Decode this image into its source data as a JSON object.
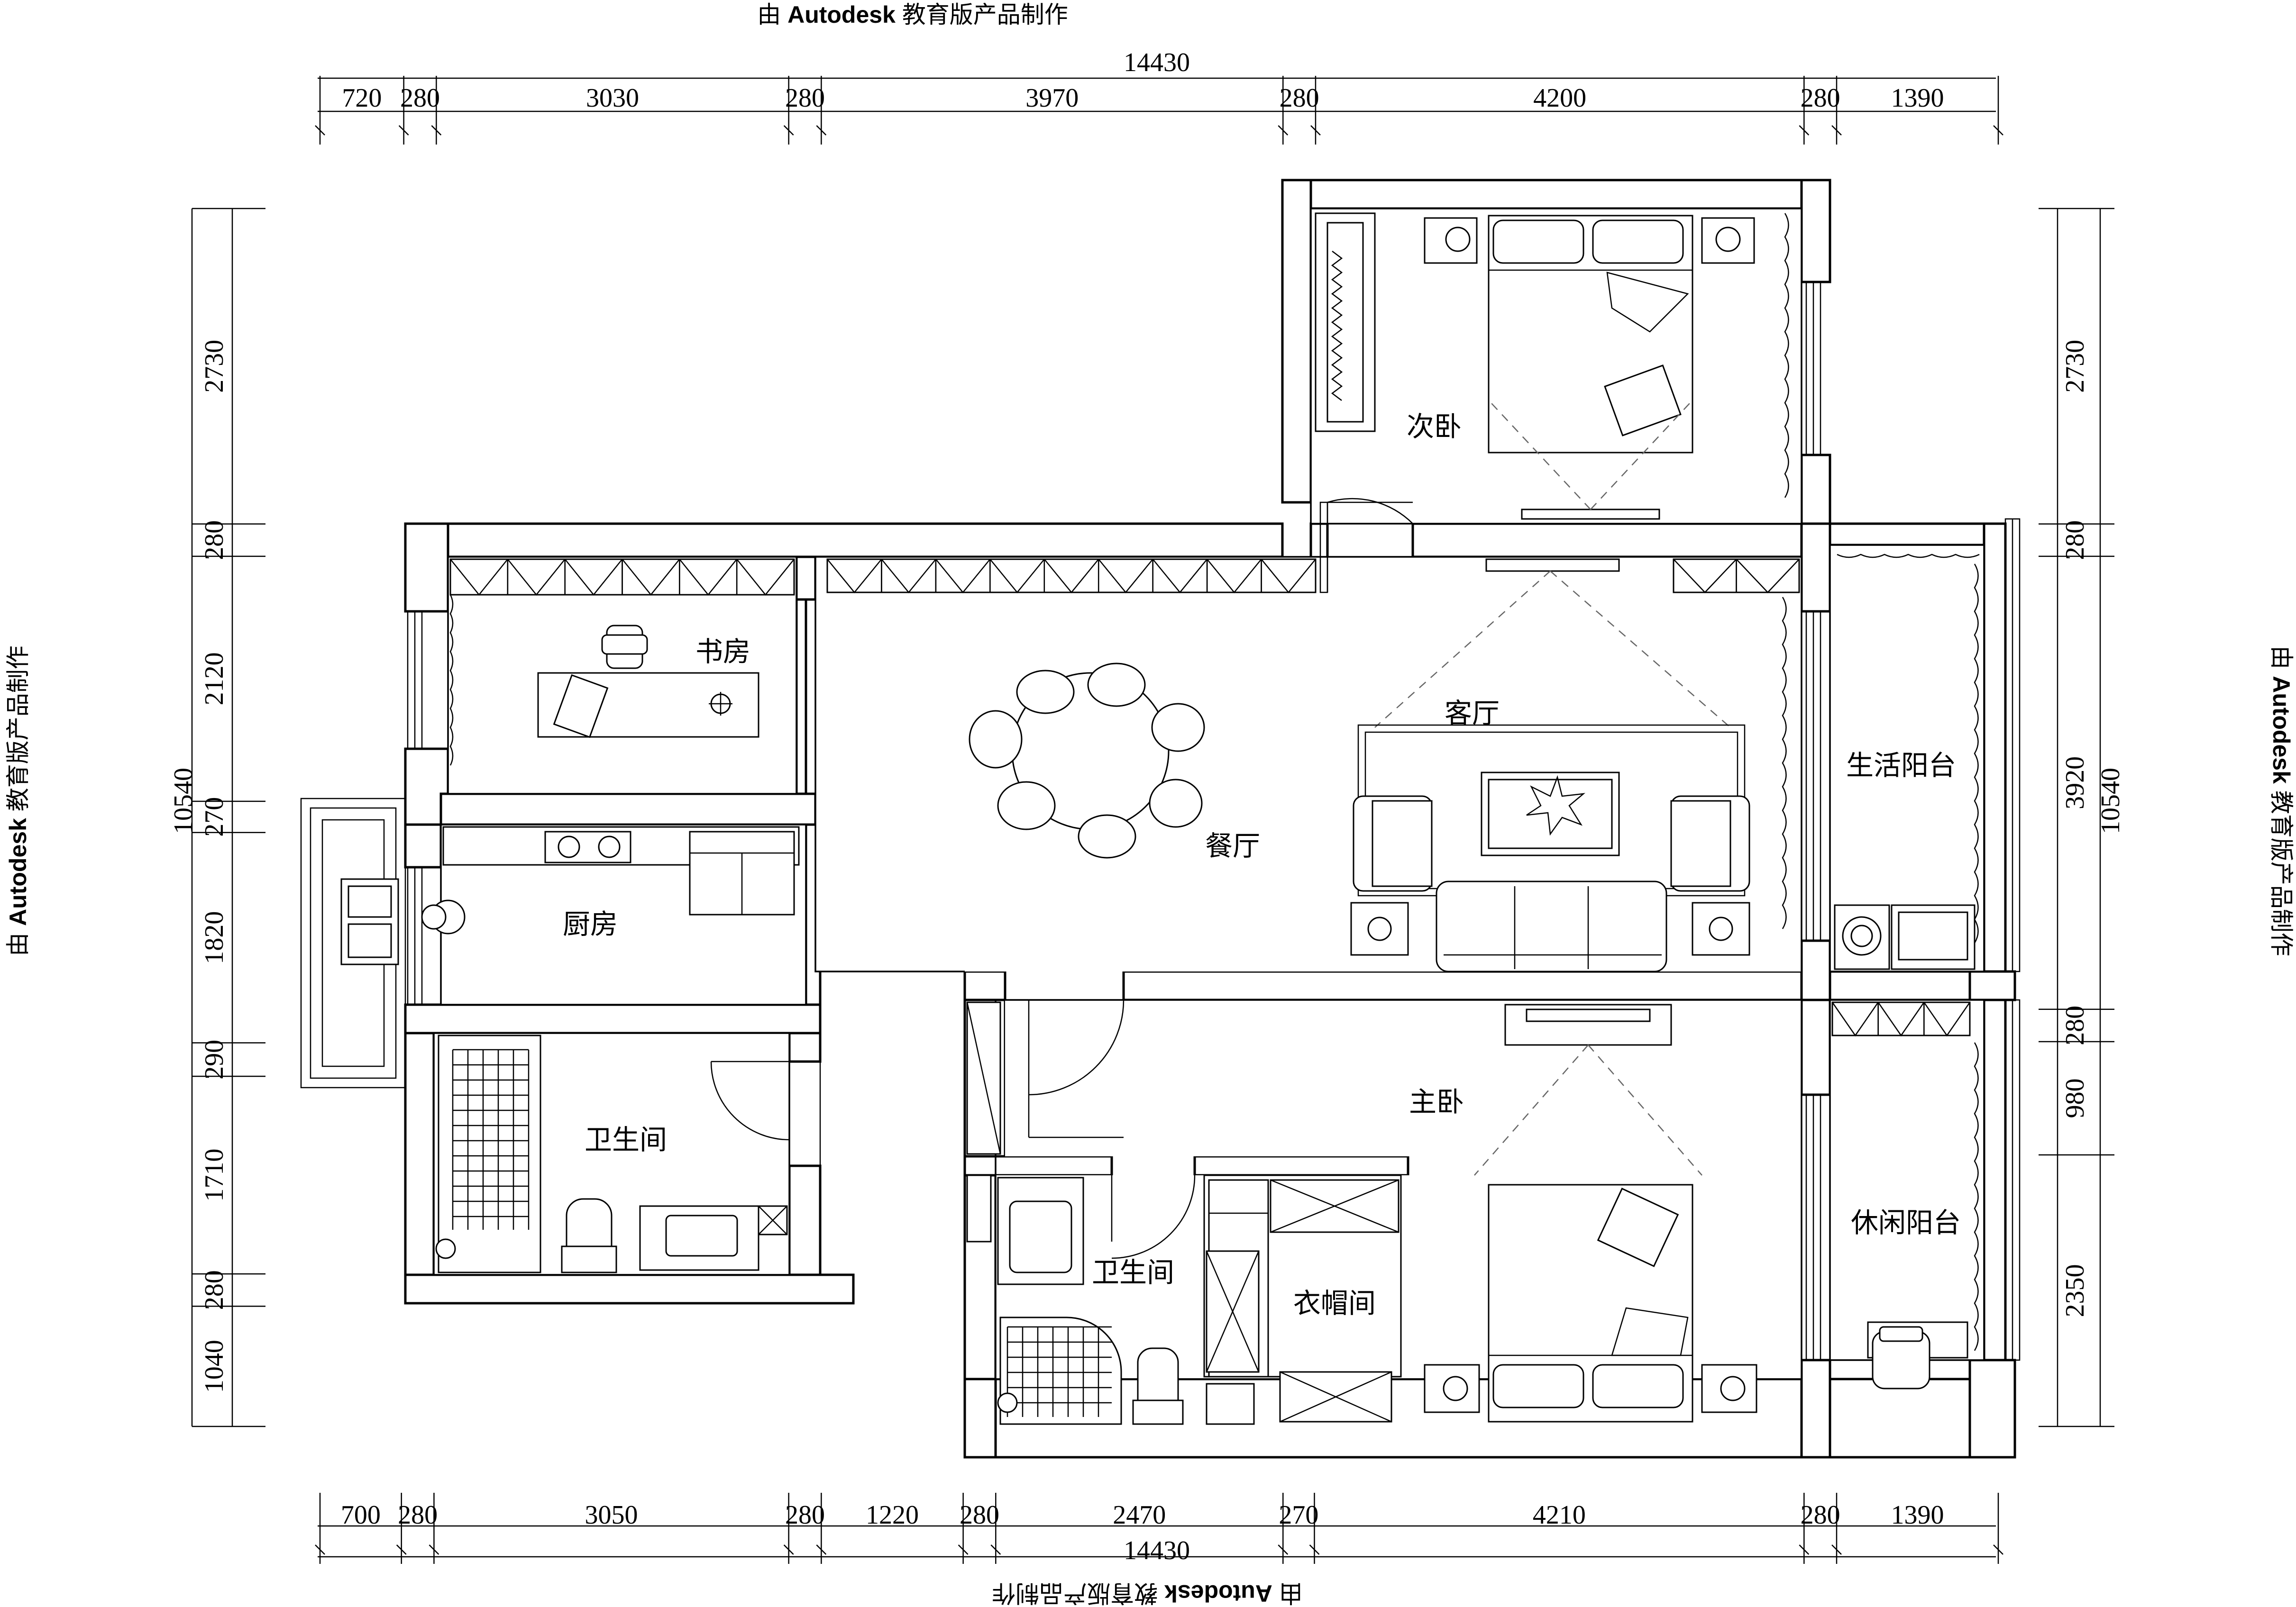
{
  "watermark": {
    "prefix": "由",
    "brand": "Autodesk",
    "suffix": "教育版产品制作"
  },
  "rooms": {
    "second_bedroom": "次卧",
    "study": "书房",
    "living_room": "客厅",
    "dining_room": "餐厅",
    "kitchen": "厨房",
    "utility_balcony": "生活阳台",
    "master_bedroom": "主卧",
    "bathroom_left": "卫生间",
    "bathroom_right": "卫生间",
    "walk_in_closet": "衣帽间",
    "leisure_balcony": "休闲阳台"
  },
  "dimensions": {
    "top_total": "14430",
    "top": [
      "720",
      "280",
      "3030",
      "280",
      "3970",
      "280",
      "4200",
      "280",
      "1390"
    ],
    "bottom_total": "14430",
    "bottom": [
      "700",
      "280",
      "3050",
      "280",
      "1220",
      "280",
      "2470",
      "270",
      "4210",
      "280",
      "1390"
    ],
    "left_total": "10540",
    "left": [
      "2730",
      "280",
      "2120",
      "270",
      "1820",
      "290",
      "1710",
      "280",
      "1040"
    ],
    "right_total": "10540",
    "right": [
      "2730",
      "280",
      "3920",
      "280",
      "980",
      "2350"
    ]
  }
}
